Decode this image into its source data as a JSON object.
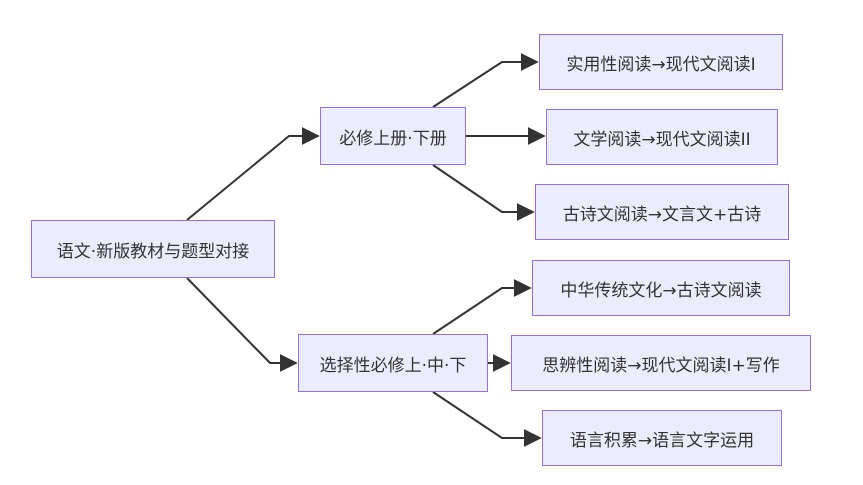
{
  "diagram": {
    "root": {
      "label": "语文·新版教材与题型对接"
    },
    "branches": [
      {
        "label": "必修上册·下册",
        "leaves": [
          {
            "label": "实用性阅读→现代文阅读I"
          },
          {
            "label": "文学阅读→现代文阅读II"
          },
          {
            "label": "古诗文阅读→文言文+古诗"
          }
        ]
      },
      {
        "label": "选择性必修上·中·下",
        "leaves": [
          {
            "label": "中华传统文化→古诗文阅读"
          },
          {
            "label": "思辨性阅读→现代文阅读I+写作"
          },
          {
            "label": "语言积累→语言文字运用"
          }
        ]
      }
    ]
  },
  "colors": {
    "node_fill": "#ECECFF",
    "node_border": "#9370DB",
    "edge": "#333333",
    "text": "#333333"
  }
}
